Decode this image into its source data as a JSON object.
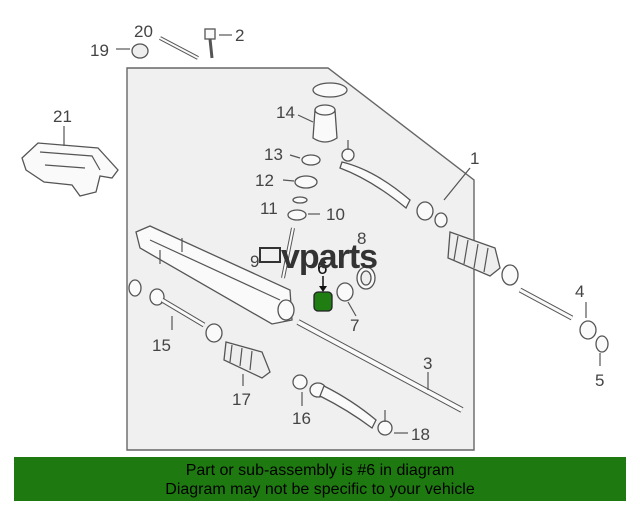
{
  "logo": {
    "mark": "▣",
    "text": "vparts"
  },
  "callouts": {
    "c1": "1",
    "c2": "2",
    "c3": "3",
    "c4": "4",
    "c5": "5",
    "c6": "6",
    "c7": "7",
    "c8": "8",
    "c9": "9",
    "c10": "10",
    "c11": "11",
    "c12": "12",
    "c13": "13",
    "c14": "14",
    "c15": "15",
    "c16": "16",
    "c17": "17",
    "c18": "18",
    "c19": "19",
    "c20": "20",
    "c21": "21"
  },
  "highlight": {
    "part": "6",
    "color": "#1f7d12"
  },
  "banner": {
    "line1": "Part or sub-assembly is #6 in diagram",
    "line2": "Diagram may not be specific to your vehicle",
    "color": "#1e7a10"
  }
}
